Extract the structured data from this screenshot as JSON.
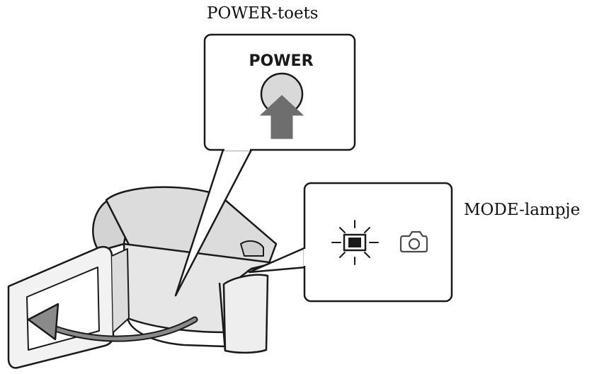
{
  "labels": {
    "power_key": "POWER-toets",
    "mode_lamp": "MODE-lampje"
  },
  "power_callout": {
    "button_text": "POWER"
  },
  "mode_callout": {
    "icons": [
      "movie-icon",
      "camera-icon"
    ]
  },
  "colors": {
    "outline": "#1a1a1a",
    "arrow_fill": "#6e6e6e",
    "button_fill": "#d9d9d9",
    "body_fill": "#e2e2e2",
    "lens_fill": "#cfcfcf"
  }
}
